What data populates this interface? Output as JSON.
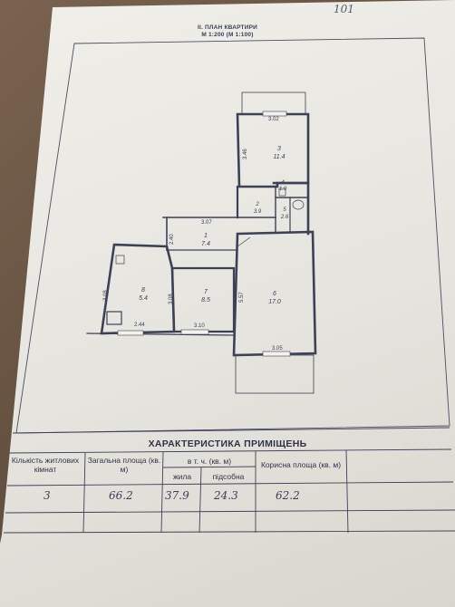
{
  "page_number": "101",
  "plan": {
    "header_line1": "II. ПЛАН КВАРТИРИ",
    "header_line2": "М 1:200 (М 1:100)",
    "rooms": [
      {
        "num": "1",
        "area": "7.4"
      },
      {
        "num": "2",
        "area": "3.9"
      },
      {
        "num": "3",
        "area": "11.4"
      },
      {
        "num": "4",
        "area": "1.0"
      },
      {
        "num": "5",
        "area": "2.6"
      },
      {
        "num": "6",
        "area": "17.0"
      },
      {
        "num": "7",
        "area": "8.5"
      },
      {
        "num": "8",
        "area": "5.4"
      }
    ],
    "dimensions": {
      "top_balcony_width": "3.02",
      "bedroom3_height": "3.46",
      "hall_width": "3.07",
      "hall_height": "2.40",
      "room8_height": "3.08",
      "room7_height": "3.08",
      "room6_height": "5.57",
      "room8_width": "2.44",
      "room7_width": "3.10",
      "room6_width": "3.05"
    }
  },
  "characteristics": {
    "title": "ХАРАКТЕРИСТИКА ПРИМІЩЕНЬ",
    "headers": {
      "rooms_count": "Кількість житлових кімнат",
      "total_area": "Загальна площа (кв. м)",
      "including": "в т. ч. (кв. м)",
      "living": "жила",
      "auxiliary": "підсобна",
      "useful_area": "Корисна площа (кв. м)"
    },
    "values": {
      "rooms_count": "3",
      "total_area": "66.2",
      "living": "37.9",
      "auxiliary": "24.3",
      "useful_area": "62.2"
    }
  }
}
